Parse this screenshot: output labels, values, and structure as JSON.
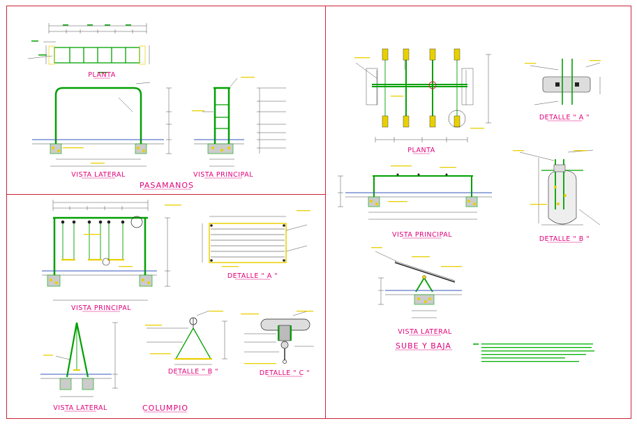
{
  "sheet": {
    "background": "#ffffff",
    "border_color": "#cc2233",
    "structure_color": "#00a000",
    "dimension_color": "#222222",
    "label_color": "#e0007a",
    "ground_color": "#3355bb",
    "highlight_color": "#e8d000"
  },
  "pasamanos": {
    "section_title": "PASAMANOS",
    "planta_title": "PLANTA",
    "lateral_title": "VISTA LATERAL",
    "principal_title": "VISTA PRINCIPAL"
  },
  "columpio": {
    "section_title": "COLUMPIO",
    "principal_title": "VISTA PRINCIPAL",
    "lateral_title": "VISTA LATERAL",
    "detalle_a_title": "DETALLE \" A \"",
    "detalle_b_title": "DETALLE \" B \"",
    "detalle_c_title": "DETALLE \" C \""
  },
  "sube_baja": {
    "section_title": "SUBE Y BAJA",
    "planta_title": "PLANTA",
    "principal_title": "VISTA PRINCIPAL",
    "lateral_title": "VISTA LATERAL",
    "detalle_a_title": "DETALLE \" A \"",
    "detalle_b_title": "DETALLE \" B \""
  }
}
